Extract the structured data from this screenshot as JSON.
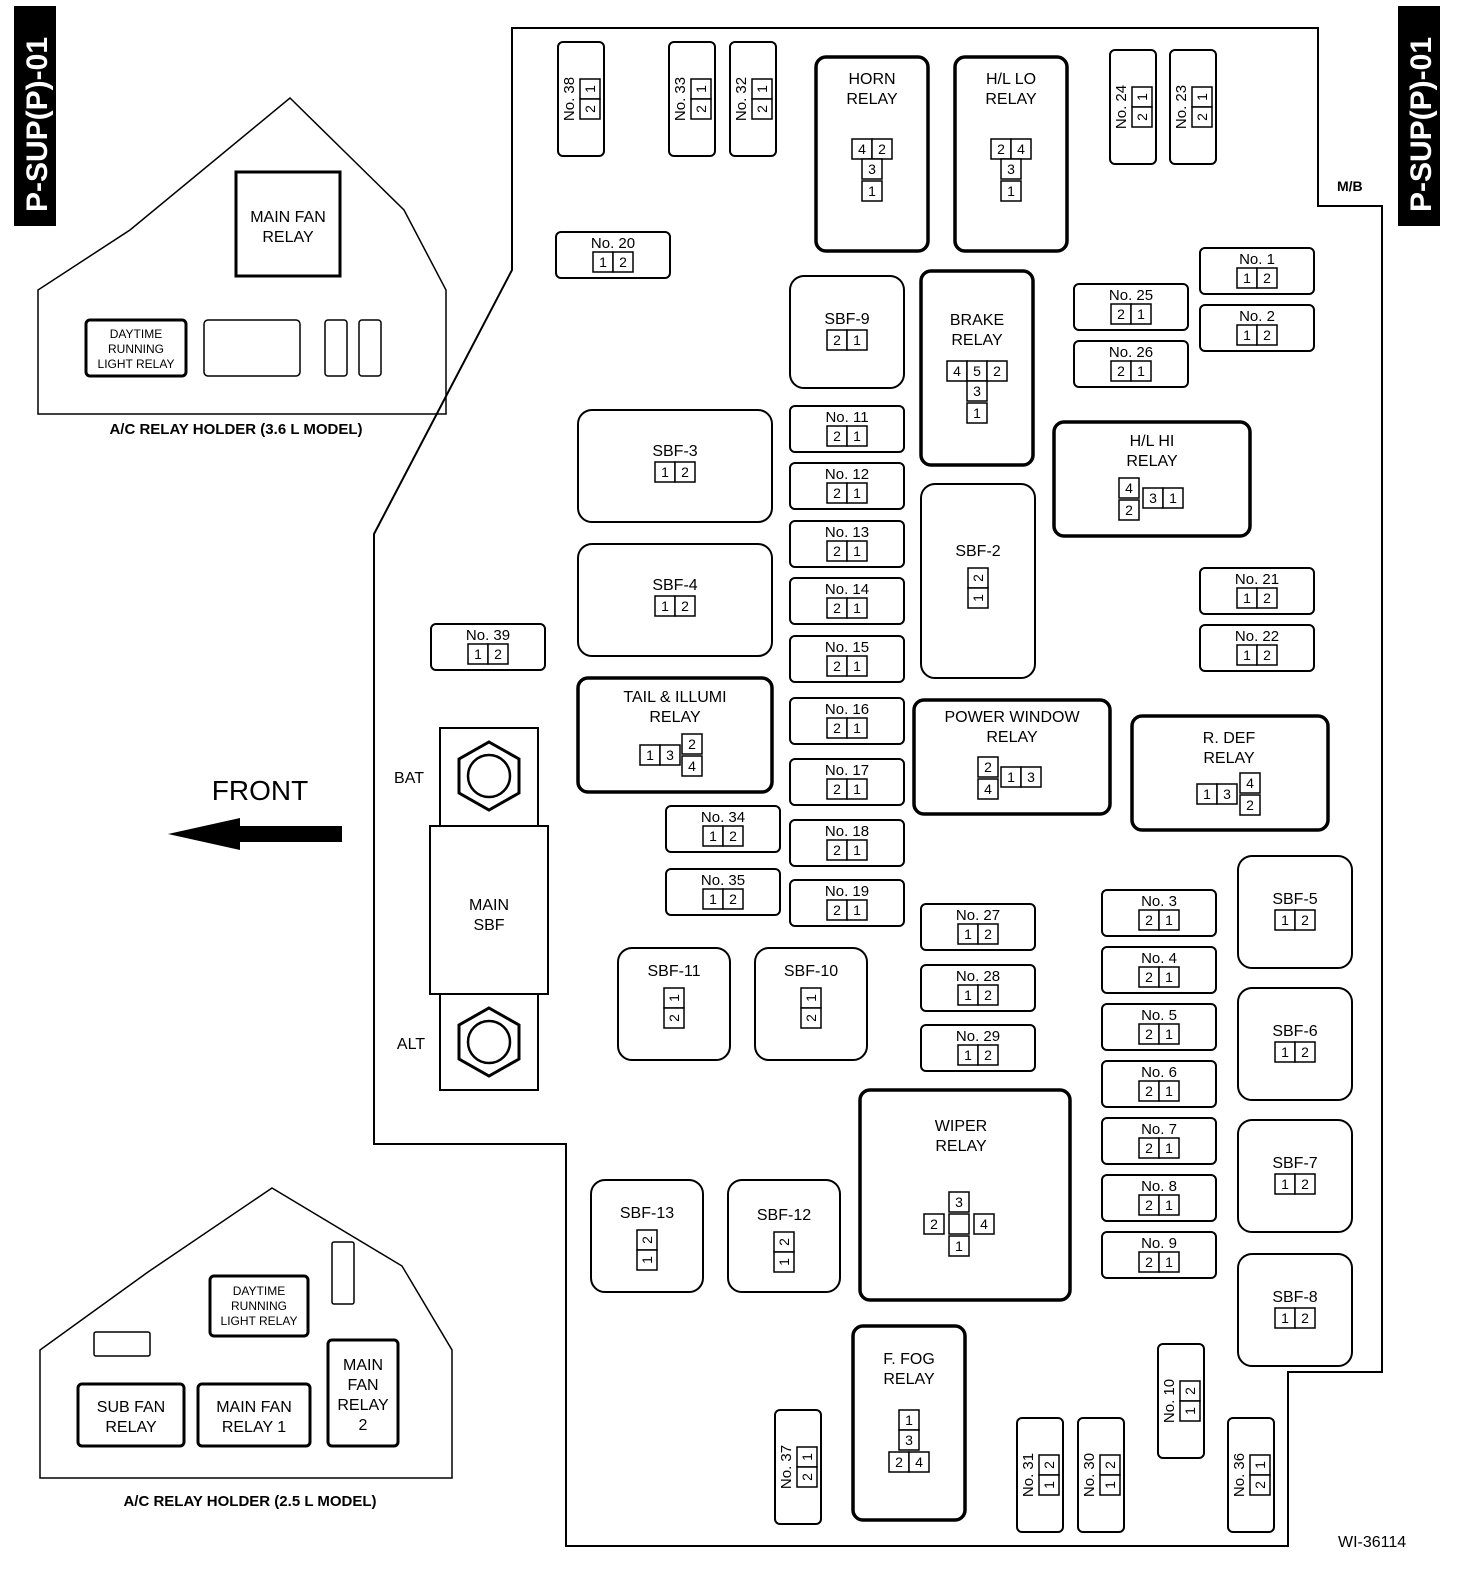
{
  "side_tag_left": "P-SUP(P)-01",
  "side_tag_right": "P-SUP(P)-01",
  "box_code": "M/B",
  "figure_id": "WI-36114",
  "front_label": "FRONT",
  "bat_label": "BAT",
  "alt_label": "ALT",
  "main_sbf": [
    "MAIN",
    "SBF"
  ],
  "holder_36": {
    "caption": "A/C RELAY HOLDER (3.6 L MODEL)",
    "main_fan_relay": [
      "MAIN FAN",
      "RELAY"
    ],
    "daytime_relay": [
      "DAYTIME",
      "RUNNING",
      "LIGHT RELAY"
    ]
  },
  "holder_25": {
    "caption": "A/C RELAY HOLDER (2.5 L MODEL)",
    "daytime_relay": [
      "DAYTIME",
      "RUNNING",
      "LIGHT RELAY"
    ],
    "sub_fan_relay": [
      "SUB FAN",
      "RELAY"
    ],
    "main_fan_relay_1": [
      "MAIN FAN",
      "RELAY 1"
    ],
    "main_fan_relay_2": [
      "MAIN",
      "FAN",
      "RELAY",
      "2"
    ]
  },
  "relays": {
    "horn": [
      "HORN",
      "RELAY"
    ],
    "hl_lo": [
      "H/L LO",
      "RELAY"
    ],
    "brake": [
      "BRAKE",
      "RELAY"
    ],
    "hl_hi": [
      "H/L HI",
      "RELAY"
    ],
    "tail_illumi": [
      "TAIL & ILLUMI",
      "RELAY"
    ],
    "power_window": [
      "POWER WINDOW",
      "RELAY"
    ],
    "r_def": [
      "R. DEF",
      "RELAY"
    ],
    "wiper": [
      "WIPER",
      "RELAY"
    ],
    "f_fog": [
      "F. FOG",
      "RELAY"
    ]
  },
  "sbf_labels": {
    "sbf2": "SBF-2",
    "sbf3": "SBF-3",
    "sbf4": "SBF-4",
    "sbf5": "SBF-5",
    "sbf6": "SBF-6",
    "sbf7": "SBF-7",
    "sbf8": "SBF-8",
    "sbf9": "SBF-9",
    "sbf10": "SBF-10",
    "sbf11": "SBF-11",
    "sbf12": "SBF-12",
    "sbf13": "SBF-13"
  },
  "fuses": {
    "no1": "No. 1",
    "no2": "No. 2",
    "no3": "No. 3",
    "no4": "No. 4",
    "no5": "No. 5",
    "no6": "No. 6",
    "no7": "No. 7",
    "no8": "No. 8",
    "no9": "No. 9",
    "no10": "No. 10",
    "no11": "No. 11",
    "no12": "No. 12",
    "no13": "No. 13",
    "no14": "No. 14",
    "no15": "No. 15",
    "no16": "No. 16",
    "no17": "No. 17",
    "no18": "No. 18",
    "no19": "No. 19",
    "no20": "No. 20",
    "no21": "No. 21",
    "no22": "No. 22",
    "no23": "No. 23",
    "no24": "No. 24",
    "no25": "No. 25",
    "no26": "No. 26",
    "no27": "No. 27",
    "no28": "No. 28",
    "no29": "No. 29",
    "no30": "No. 30",
    "no31": "No. 31",
    "no32": "No. 32",
    "no33": "No. 33",
    "no34": "No. 34",
    "no35": "No. 35",
    "no36": "No. 36",
    "no37": "No. 37",
    "no38": "No. 38",
    "no39": "No. 39"
  },
  "pins": [
    "1",
    "2",
    "3",
    "4",
    "5"
  ]
}
